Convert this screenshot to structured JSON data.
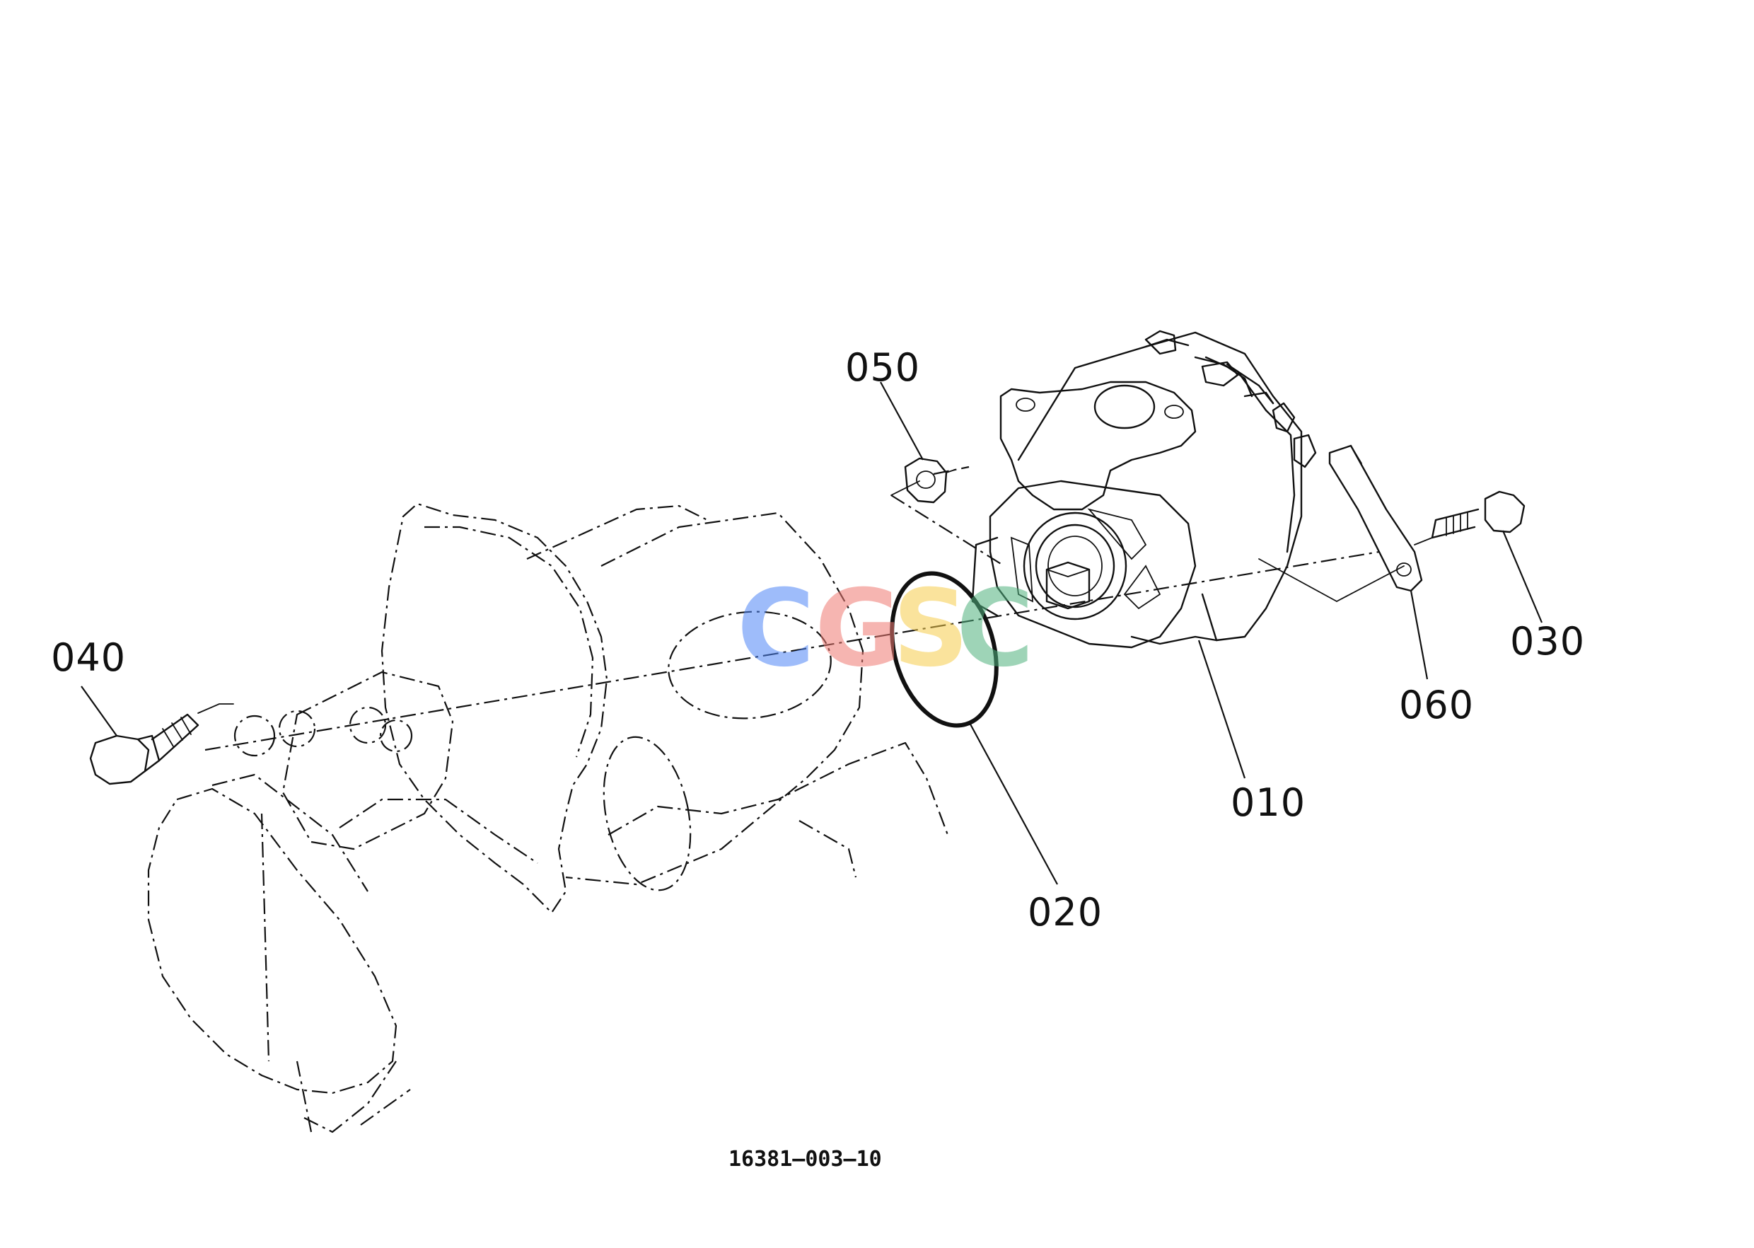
{
  "drawing_code": "16381—003—10",
  "watermark": {
    "letters": [
      {
        "char": "C",
        "color": "#4f86f7"
      },
      {
        "char": "G",
        "color": "#ef7a72"
      },
      {
        "char": "S",
        "color": "#f6cd4c"
      },
      {
        "char": "C",
        "color": "#4fb17e"
      }
    ]
  },
  "parts": [
    {
      "id": "010",
      "label": "010"
    },
    {
      "id": "020",
      "label": "020"
    },
    {
      "id": "030",
      "label": "030"
    },
    {
      "id": "040",
      "label": "040"
    },
    {
      "id": "050",
      "label": "050"
    },
    {
      "id": "060",
      "label": "060"
    }
  ]
}
